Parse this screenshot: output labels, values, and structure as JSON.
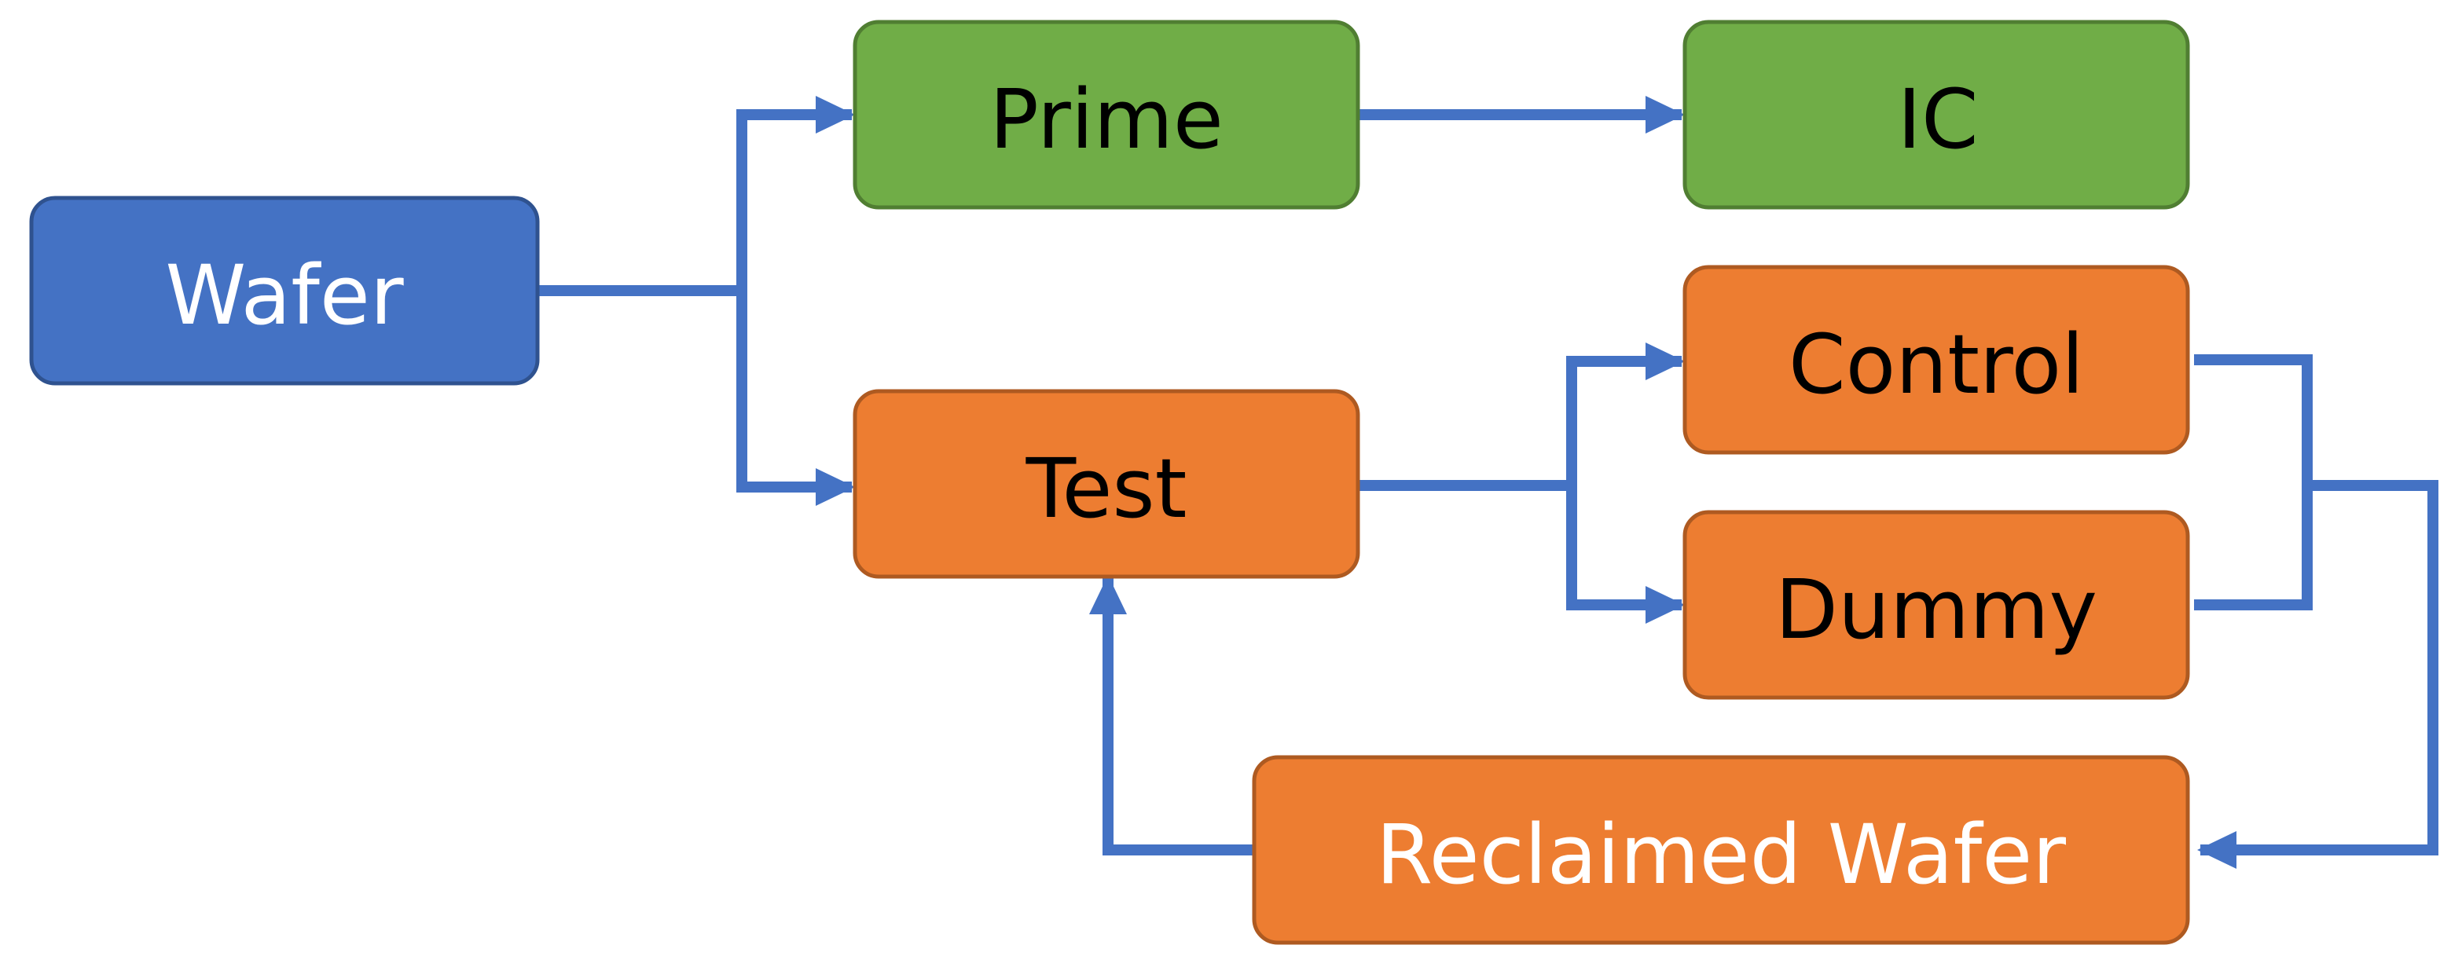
{
  "colors": {
    "blue_fill": "#4472C4",
    "blue_border": "#2F528F",
    "green_fill": "#70AD47",
    "green_border": "#507E32",
    "orange_fill": "#ED7D31",
    "orange_border": "#AE5A21",
    "connector": "#4472C4",
    "text_dark": "#000000",
    "text_light": "#FFFFFF"
  },
  "nodes": {
    "wafer": {
      "label": "Wafer"
    },
    "prime": {
      "label": "Prime"
    },
    "ic": {
      "label": "IC"
    },
    "test": {
      "label": "Test"
    },
    "control": {
      "label": "Control"
    },
    "dummy": {
      "label": "Dummy"
    },
    "reclaimed": {
      "label": "Reclaimed Wafer"
    }
  },
  "edges": [
    {
      "from": "wafer",
      "to": "prime"
    },
    {
      "from": "wafer",
      "to": "test"
    },
    {
      "from": "prime",
      "to": "ic"
    },
    {
      "from": "test",
      "to": "control"
    },
    {
      "from": "test",
      "to": "dummy"
    },
    {
      "from": "control",
      "to": "reclaimed"
    },
    {
      "from": "dummy",
      "to": "reclaimed"
    },
    {
      "from": "reclaimed",
      "to": "test"
    }
  ]
}
